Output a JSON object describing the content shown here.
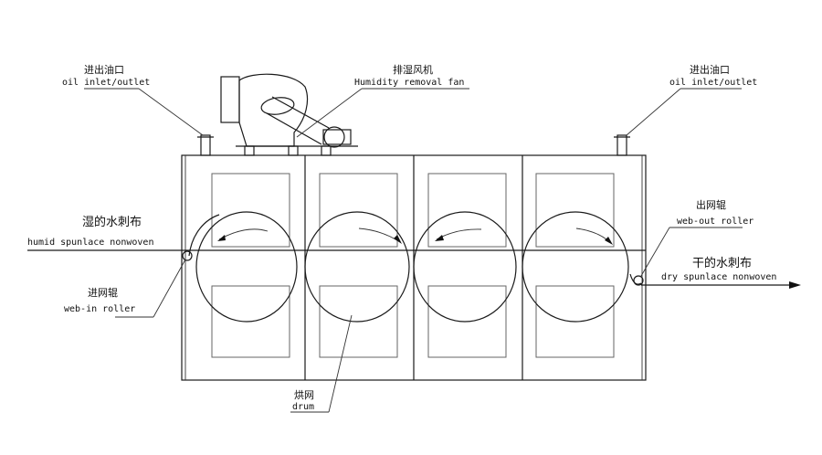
{
  "labels": {
    "oil_left_cn": "进出油口",
    "oil_left_en": "oil inlet/outlet",
    "oil_right_cn": "进出油口",
    "oil_right_en": "oil inlet/outlet",
    "fan_cn": "排湿风机",
    "fan_en": "Humidity removal fan",
    "humid_cn": "湿的水刺布",
    "humid_en": "humid spunlace nonwoven",
    "webin_cn": "进网辊",
    "webin_en": "web-in roller",
    "webout_cn": "出网辊",
    "webout_en": "web-out roller",
    "dry_cn": "干的水刺布",
    "dry_en": "dry spunlace nonwoven",
    "drum_cn": "烘网",
    "drum_en": "drum"
  },
  "colors": {
    "line": "#1a1a1a",
    "panel": "#666666"
  }
}
